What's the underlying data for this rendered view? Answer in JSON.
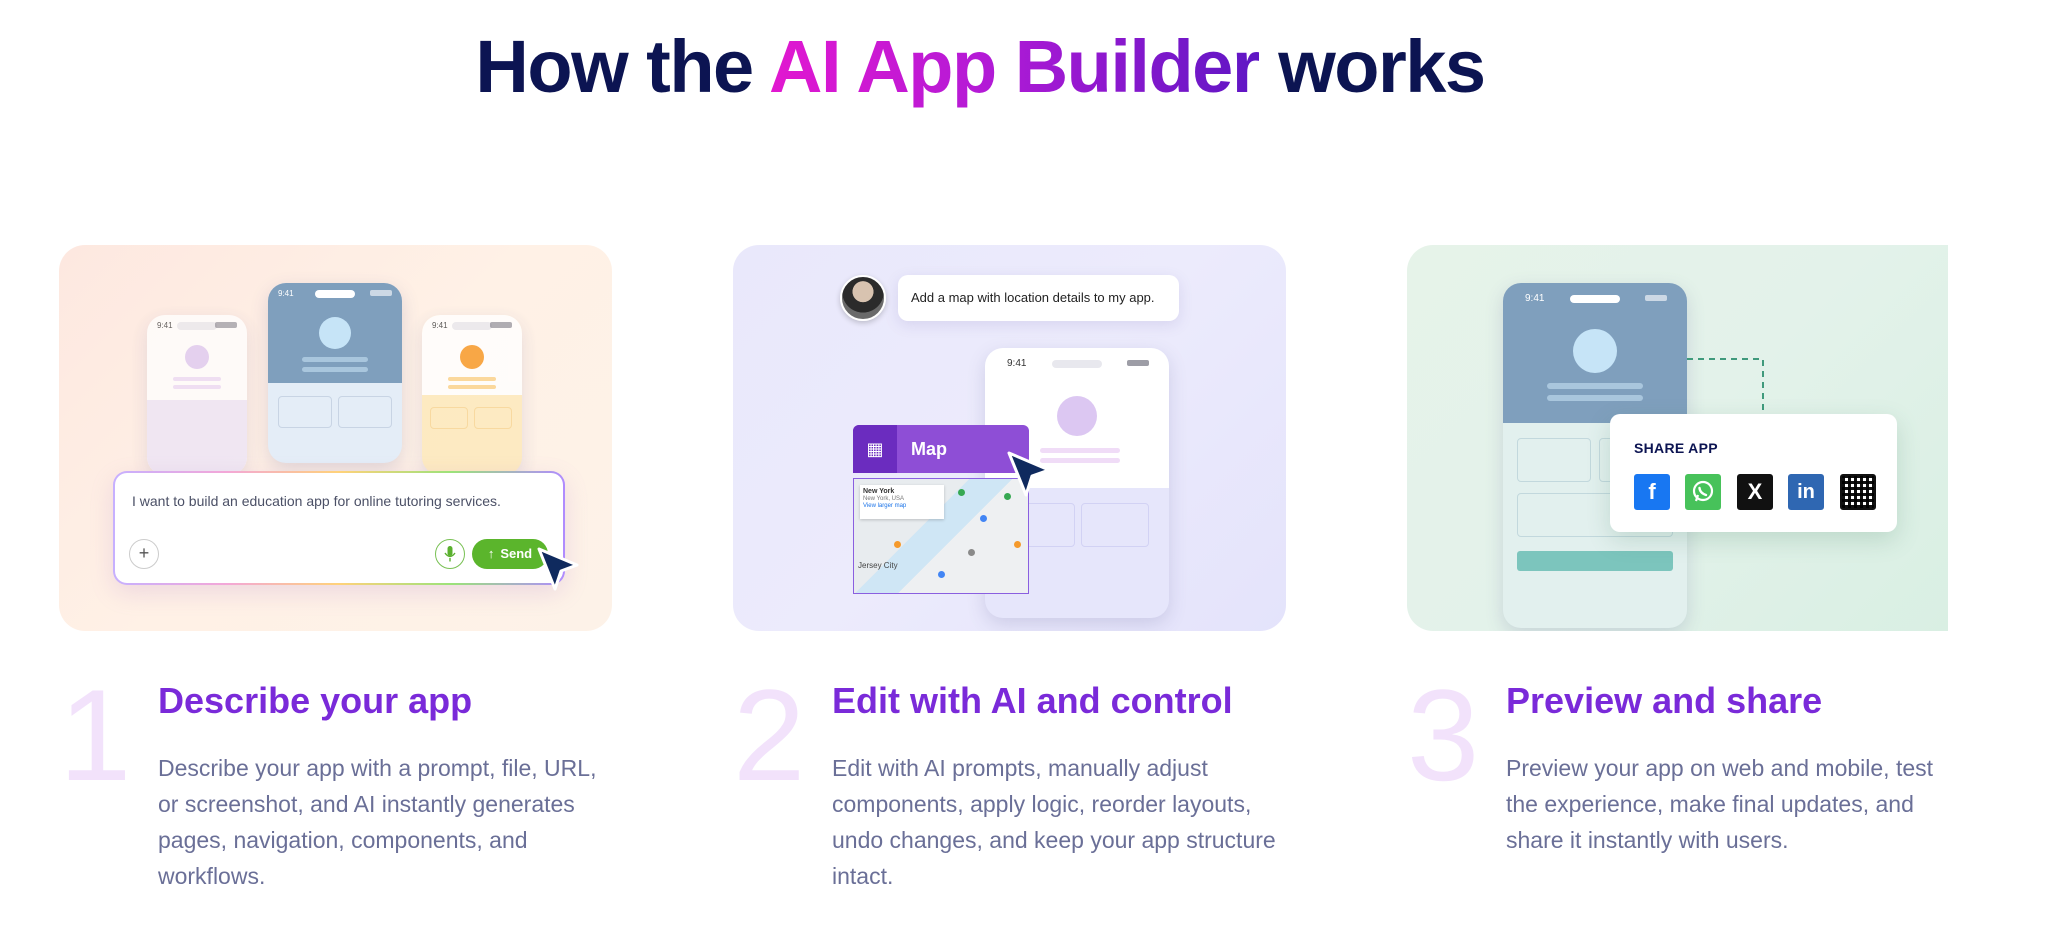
{
  "headline": {
    "prefix": "How the ",
    "accent": "AI App Builder",
    "suffix": " works"
  },
  "card1": {
    "phone_time": "9:41",
    "prompt_text": "I want to build an education app for online tutoring services.",
    "plus_label": "+",
    "send_label": "Send",
    "icons": [
      "plus-icon",
      "microphone-icon",
      "arrow-up-icon",
      "cursor-icon"
    ]
  },
  "card2": {
    "chat_message": "Add a map with location details to my app.",
    "phone_time": "9:41",
    "map_label": "Map",
    "map_location_title": "New York",
    "map_location_sub": "New York, USA",
    "map_link": "View larger map",
    "map_city": "Jersey City"
  },
  "card3": {
    "phone_time": "9:41",
    "share_title": "SHARE APP",
    "social": [
      "facebook-icon",
      "whatsapp-icon",
      "x-icon",
      "linkedin-icon",
      "qr-code-icon"
    ],
    "fb_glyph": "f",
    "x_glyph": "X",
    "li_glyph": "in"
  },
  "steps": [
    {
      "number": "1",
      "title": "Describe your app",
      "description": "Describe your app with a prompt, file, URL, or screenshot, and AI instantly generates pages, navigation, components, and workflows."
    },
    {
      "number": "2",
      "title": "Edit with AI and control",
      "description": "Edit with AI prompts, manually adjust components, apply logic, reorder layouts, undo changes, and keep your app structure intact."
    },
    {
      "number": "3",
      "title": "Preview and share",
      "description": "Preview your app on web and mobile, test the experience, make final updates, and share it instantly with users."
    }
  ],
  "colors": {
    "headline": "#0c1452",
    "accent_start": "#e218d0",
    "accent_end": "#5e16c4",
    "step_title": "#7a2ad9",
    "step_number": "#f2e2fb",
    "send_button": "#5bb52c"
  }
}
